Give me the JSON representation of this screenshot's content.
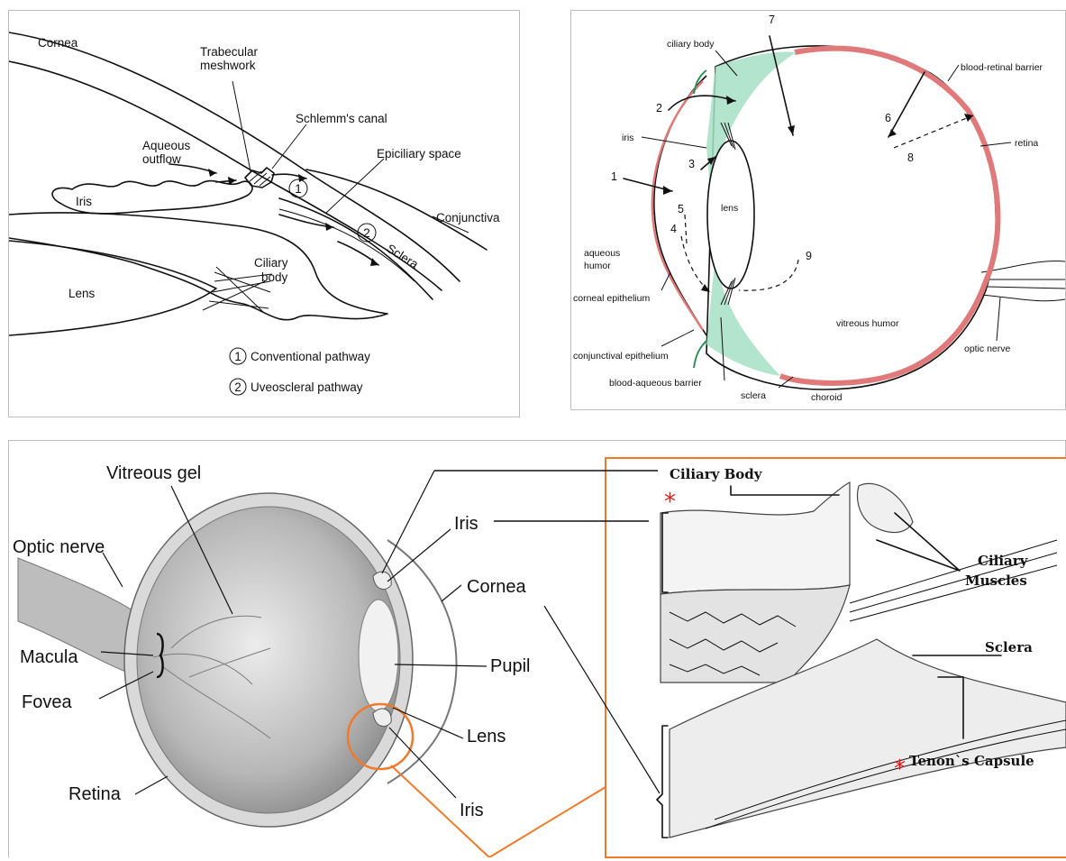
{
  "panel_a": {
    "labels": {
      "cornea": "Cornea",
      "trabecular": [
        "Trabecular",
        "meshwork"
      ],
      "schlemm": "Schlemm's canal",
      "aqueous": [
        "Aqueous",
        "outflow"
      ],
      "epiciliary": "Epiciliary space",
      "iris": "Iris",
      "conjunctiva": "Conjunctiva",
      "sclera": "Sclera",
      "ciliary": [
        "Ciliary",
        "body"
      ],
      "lens": "Lens",
      "marker1": "1",
      "marker2": "2"
    },
    "legend": [
      {
        "marker": "1",
        "text": "Conventional pathway"
      },
      {
        "marker": "2",
        "text": "Uveoscleral pathway"
      }
    ]
  },
  "panel_b": {
    "labels": {
      "ciliary_body": "ciliary body",
      "blood_retinal": "blood-retinal barrier",
      "iris": "iris",
      "retina": "retina",
      "lens": "lens",
      "aqueous": [
        "aqueous",
        "humor"
      ],
      "corneal_epi": "corneal epithelium",
      "conj_epi": "conjunctival epithelium",
      "blood_aqueous": "blood-aqueous barrier",
      "sclera": "sclera",
      "choroid": "choroid",
      "vitreous": "vitreous humor",
      "optic": "optic nerve"
    },
    "numbers": [
      "1",
      "2",
      "3",
      "4",
      "5",
      "6",
      "7",
      "8",
      "9"
    ],
    "colors": {
      "barrier": "#a6dfc4",
      "retina": "#e07a7a"
    }
  },
  "panel_c": {
    "labels": {
      "vitreous": "Vitreous gel",
      "optic": "Optic nerve",
      "macula": "Macula",
      "fovea": "Fovea",
      "retina": "Retina",
      "iris_top": "Iris",
      "cornea": "Cornea",
      "pupil": "Pupil",
      "lens": "Lens",
      "iris_bottom": "Iris"
    }
  },
  "panel_d": {
    "labels": {
      "ciliary_body": "Ciliary Body",
      "ciliary_muscles": [
        "Ciliary",
        "Muscles"
      ],
      "sclera": "Sclera",
      "tenon": "Tenon`s Capsule"
    },
    "star": "*",
    "colors": {
      "frame": "#f07a2a",
      "star": "#e02020"
    }
  }
}
